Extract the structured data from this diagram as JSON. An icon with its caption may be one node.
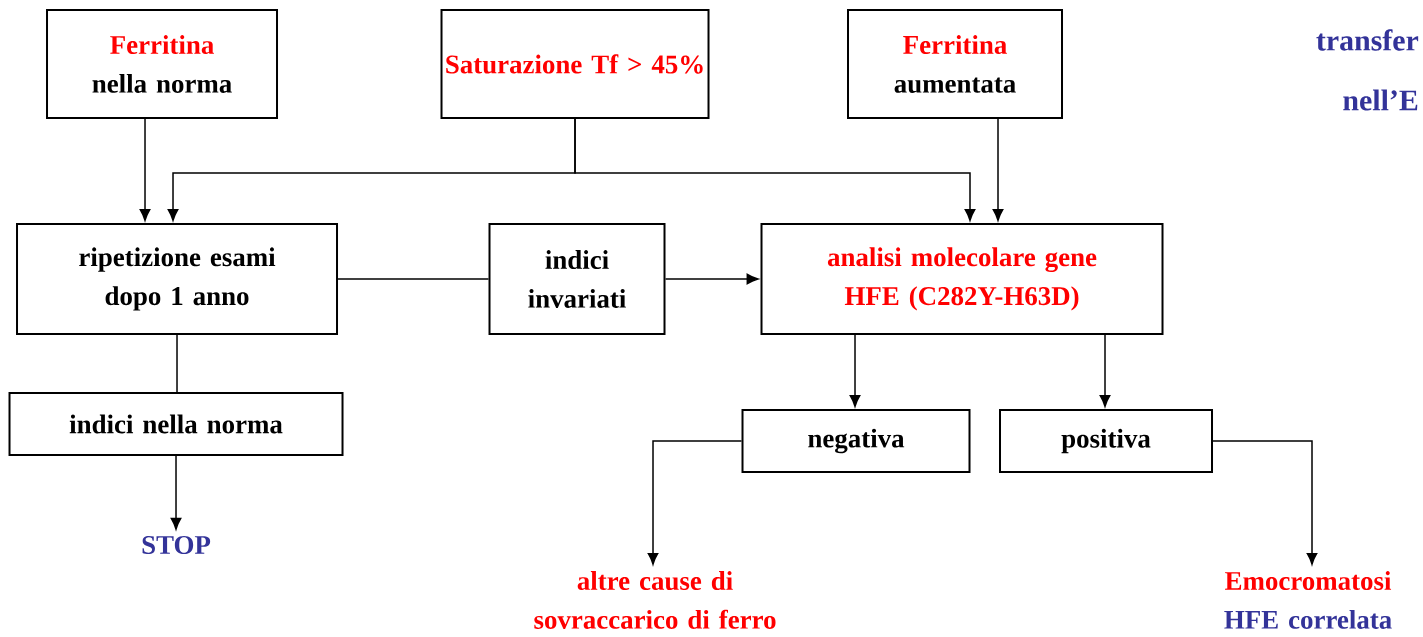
{
  "diagram": {
    "nodes": [
      {
        "text": [
          "Ferritina",
          "nella norma"
        ]
      },
      {
        "text": [
          "Saturazione Tf > 45%"
        ]
      },
      {
        "text": [
          "Ferritina",
          "aumentata"
        ]
      },
      {
        "text": [
          "ripetizione esami dopo 1 anno"
        ]
      },
      {
        "text": [
          "indici invariati"
        ]
      },
      {
        "text": [
          "analisi molecolare gene HFE (C282Y-H63D)"
        ]
      },
      {
        "text": [
          "indici nella norma"
        ]
      },
      {
        "text": [
          "STOP"
        ]
      },
      {
        "text": [
          "negativa"
        ]
      },
      {
        "text": [
          "positiva"
        ]
      },
      {
        "text": [
          "altre cause di sovraccarico di ferro"
        ]
      },
      {
        "text": [
          "Emocromatosi",
          "HFE correlata"
        ]
      }
    ],
    "edges": [
      {
        "from": 0,
        "to": 3,
        "arrow": "to"
      },
      {
        "from": 1,
        "to": 3,
        "arrow": "to"
      },
      {
        "from": 1,
        "to": 5,
        "arrow": "to"
      },
      {
        "from": 2,
        "to": 5,
        "arrow": "to"
      },
      {
        "from": 3,
        "to": 4,
        "arrow": "none"
      },
      {
        "from": 4,
        "to": 5,
        "arrow": "to"
      },
      {
        "from": 3,
        "to": 6,
        "arrow": "none"
      },
      {
        "from": 6,
        "to": 7,
        "arrow": "to"
      },
      {
        "from": 5,
        "to": 8,
        "arrow": "to"
      },
      {
        "from": 5,
        "to": 9,
        "arrow": "to"
      },
      {
        "from": 8,
        "to": 10,
        "arrow": "to"
      },
      {
        "from": 9,
        "to": 11,
        "arrow": "to"
      }
    ],
    "labels": [
      "transfer",
      "nell’E"
    ]
  }
}
